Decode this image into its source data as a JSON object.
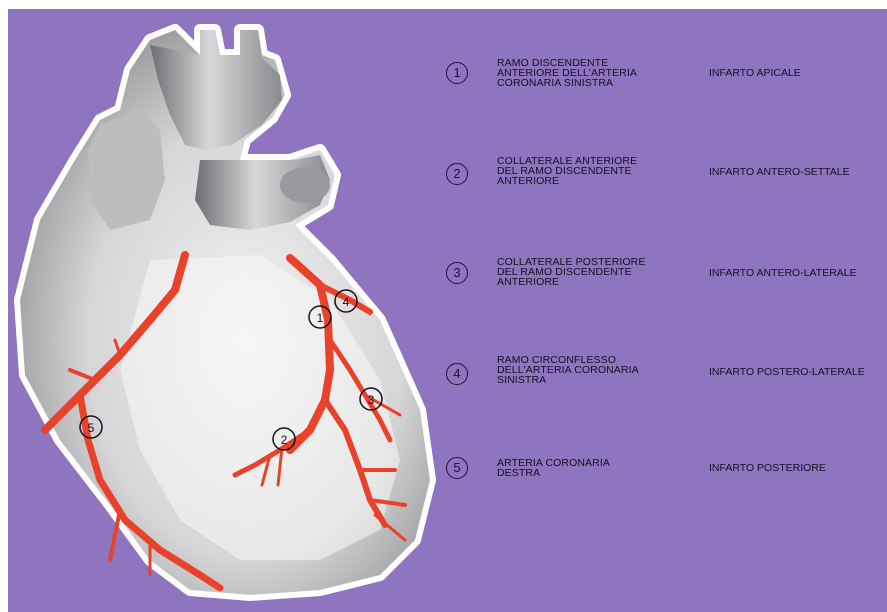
{
  "legend": [
    {
      "number": "1",
      "artery_lines": [
        "RAMO DISCENDENTE",
        "ANTERIORE DELL'ARTERIA",
        "CORONARIA SINISTRA"
      ],
      "infarct": "INFARTO APICALE"
    },
    {
      "number": "2",
      "artery_lines": [
        "COLLATERALE ANTERIORE",
        "DEL RAMO DISCENDENTE",
        "ANTERIORE"
      ],
      "infarct": "INFARTO ANTERO-SETTALE"
    },
    {
      "number": "3",
      "artery_lines": [
        "COLLATERALE POSTERIORE",
        "DEL RAMO DISCENDENTE",
        "ANTERIORE"
      ],
      "infarct": "INFARTO ANTERO-LATERALE"
    },
    {
      "number": "4",
      "artery_lines": [
        "RAMO CIRCONFLESSO",
        "DELL'ARTERIA CORONARIA",
        "SINISTRA"
      ],
      "infarct": "INFARTO POSTERO-LATERALE"
    },
    {
      "number": "5",
      "artery_lines": [
        "ARTERIA CORONARIA",
        "DESTRA"
      ],
      "infarct": "INFARTO POSTERIORE"
    }
  ],
  "markers": {
    "m1": "1",
    "m2": "2",
    "m3": "3",
    "m4": "4",
    "m5": "5"
  },
  "colors": {
    "background": "#8f74bf",
    "artery": "#e8432a",
    "heart": "#d9d9db",
    "outline": "#ffffff"
  }
}
